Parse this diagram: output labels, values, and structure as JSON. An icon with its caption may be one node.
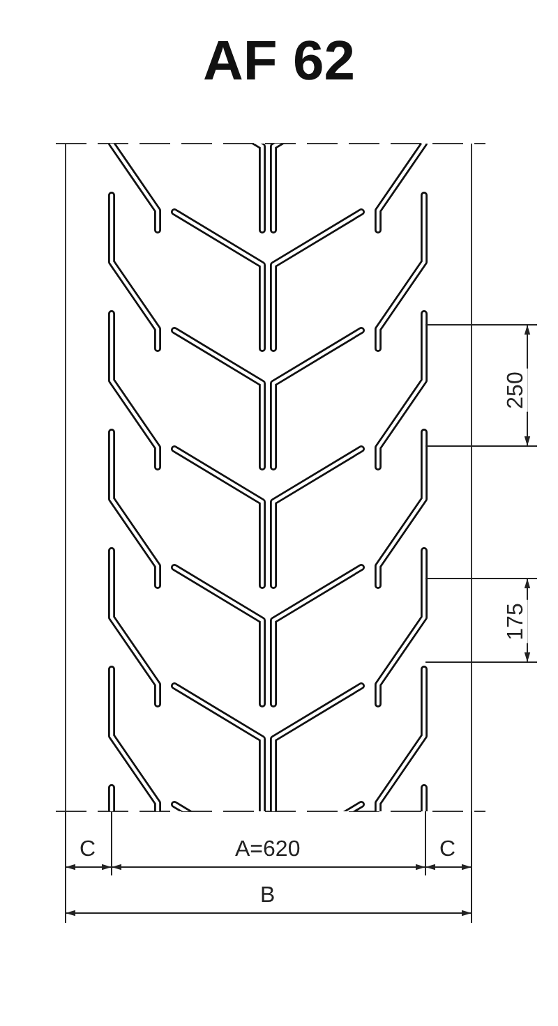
{
  "diagram": {
    "title": "AF 62",
    "labels": [
      "250",
      "175",
      "C",
      "A=620",
      "C",
      "B"
    ]
  }
}
